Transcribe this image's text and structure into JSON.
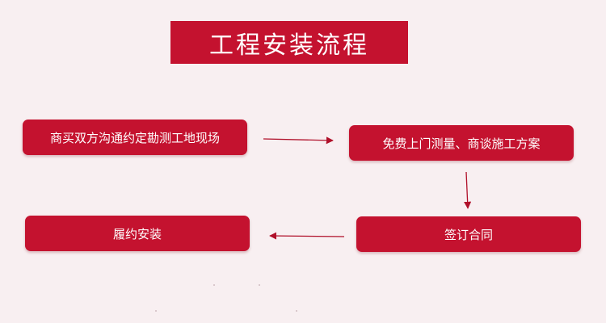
{
  "title": "工程安装流程",
  "steps": [
    "商买双方沟通约定勘测工地现场",
    "免费上门测量、商谈施工方案",
    "签订合同",
    "履约安装"
  ],
  "colors": {
    "accent": "#c4122f",
    "background": "#f8eff1",
    "arrow": "#b0102a"
  }
}
